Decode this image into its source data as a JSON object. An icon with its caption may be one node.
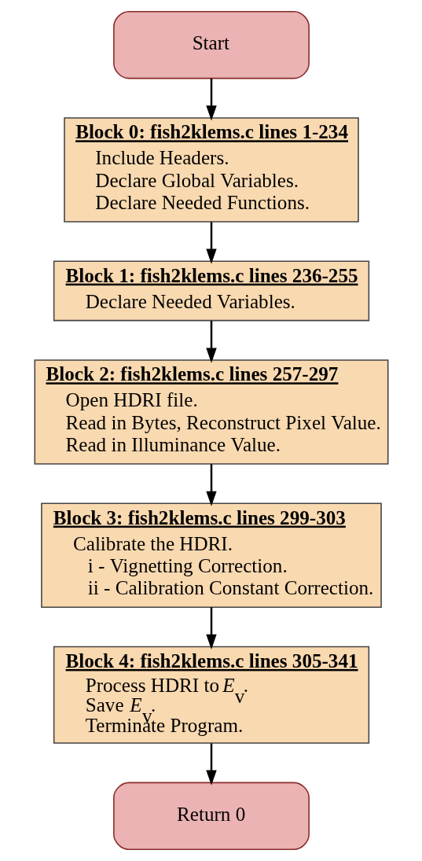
{
  "diagram": {
    "nodes": [
      {
        "text": [
          "Start"
        ]
      },
      {
        "text": [
          "Block 0: fish2klems.c lines 1-234",
          "Include Headers.",
          "Declare Global Variables.",
          "Declare Needed Functions."
        ]
      },
      {
        "text": [
          "Block 1: fish2klems.c lines 236-255",
          "Declare Needed Variables."
        ]
      },
      {
        "text": [
          "Block 2: fish2klems.c lines 257-297",
          "Open HDRI file.",
          "Read in Bytes, Reconstruct Pixel Value.",
          "Read in Illuminance Value."
        ]
      },
      {
        "text": [
          "Block 3: fish2klems.c lines 299-303",
          "Calibrate the HDRI.",
          "i - Vignetting Correction.",
          "ii - Calibration Constant Correction."
        ]
      },
      {
        "text": [
          "Block 4: fish2klems.c lines 305-341",
          "Process HDRI to *E*$_{v}$.",
          "Save *E*$_{v}$.",
          "Terminate Program."
        ]
      },
      {
        "text": [
          "Return 0"
        ]
      }
    ],
    "edges": [
      {
        "from": 0,
        "to": 1,
        "arrow": "to"
      },
      {
        "from": 1,
        "to": 2,
        "arrow": "to"
      },
      {
        "from": 2,
        "to": 3,
        "arrow": "to"
      },
      {
        "from": 3,
        "to": 4,
        "arrow": "to"
      },
      {
        "from": 4,
        "to": 5,
        "arrow": "to"
      },
      {
        "from": 5,
        "to": 6,
        "arrow": "to"
      }
    ]
  }
}
